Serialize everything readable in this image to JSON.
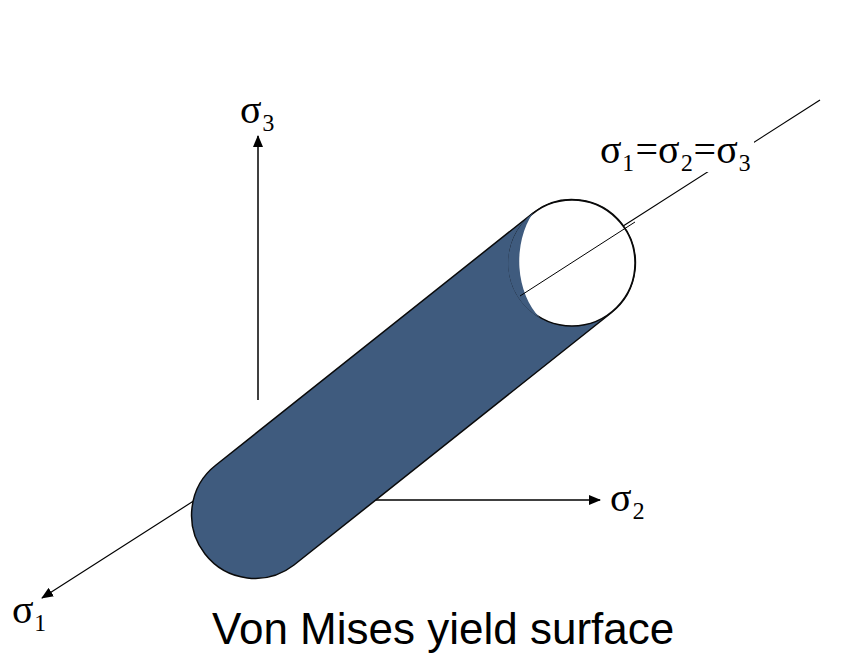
{
  "diagram": {
    "caption": "Von Mises yield surface",
    "labels": [
      "σ₃",
      "σ₁=σ₂=σ₃",
      "σ₂",
      "σ₁"
    ]
  }
}
